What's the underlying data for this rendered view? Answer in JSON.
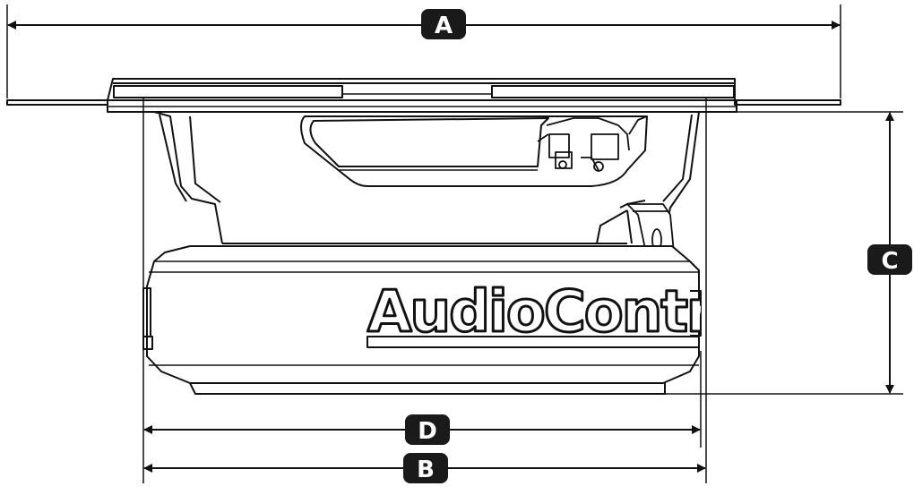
{
  "dimension_labels": {
    "a": "A",
    "b": "B",
    "c": "C",
    "d": "D"
  },
  "brand": {
    "logo_text": "AudioControl"
  },
  "colors": {
    "line": "#111111",
    "badge_fill": "#1a1a1a",
    "background": "#ffffff"
  }
}
